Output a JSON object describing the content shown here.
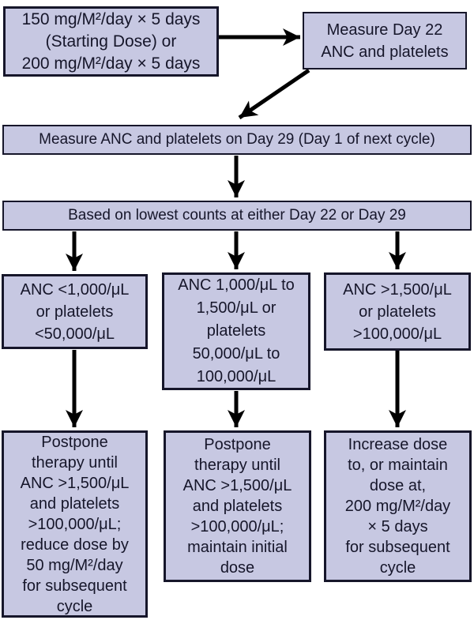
{
  "colors": {
    "box_fill": "#c7c8e2",
    "box_border": "#16162a",
    "text": "#16162a",
    "arrow": "#000000",
    "background": "#ffffff"
  },
  "flowchart": {
    "nodes": {
      "starting_dose": {
        "lines": [
          "150 mg/M²/day × 5 days",
          "(Starting Dose) or",
          "200 mg/M²/day × 5 days"
        ]
      },
      "measure_day22": {
        "lines": [
          "Measure Day 22",
          "ANC and platelets"
        ]
      },
      "measure_day29": {
        "lines": [
          "Measure ANC and platelets on Day 29 (Day 1 of next cycle)"
        ]
      },
      "lowest_counts": {
        "lines": [
          "Based on lowest counts at either Day 22 or Day 29"
        ]
      },
      "anc_low": {
        "lines": [
          "ANC <1,000/μL",
          "or platelets",
          "<50,000/μL"
        ]
      },
      "anc_mid": {
        "lines": [
          "ANC 1,000/μL to",
          "1,500/μL or",
          "platelets",
          "50,000/μL to",
          "100,000/μL"
        ]
      },
      "anc_high": {
        "lines": [
          "ANC >1,500/μL",
          "or platelets",
          ">100,000/μL"
        ]
      },
      "postpone_reduce": {
        "lines": [
          "Postpone",
          "therapy until",
          "ANC >1,500/μL",
          "and platelets",
          ">100,000/μL;",
          "reduce dose by",
          "50 mg/M²/day",
          "for subsequent",
          "cycle"
        ]
      },
      "postpone_maintain": {
        "lines": [
          "Postpone",
          "therapy until",
          "ANC >1,500/μL",
          "and platelets",
          ">100,000/μL;",
          "maintain initial",
          "dose"
        ]
      },
      "increase_dose": {
        "lines": [
          "Increase dose",
          "to, or maintain",
          "dose at,",
          "200 mg/M²/day",
          "× 5 days",
          "for subsequent",
          "cycle"
        ]
      }
    },
    "edges": [
      {
        "from": "starting_dose",
        "to": "measure_day22"
      },
      {
        "from": "measure_day22",
        "to": "measure_day29"
      },
      {
        "from": "measure_day29",
        "to": "lowest_counts"
      },
      {
        "from": "lowest_counts",
        "to": "anc_low"
      },
      {
        "from": "lowest_counts",
        "to": "anc_mid"
      },
      {
        "from": "lowest_counts",
        "to": "anc_high"
      },
      {
        "from": "anc_low",
        "to": "postpone_reduce"
      },
      {
        "from": "anc_mid",
        "to": "postpone_maintain"
      },
      {
        "from": "anc_high",
        "to": "increase_dose"
      }
    ]
  }
}
